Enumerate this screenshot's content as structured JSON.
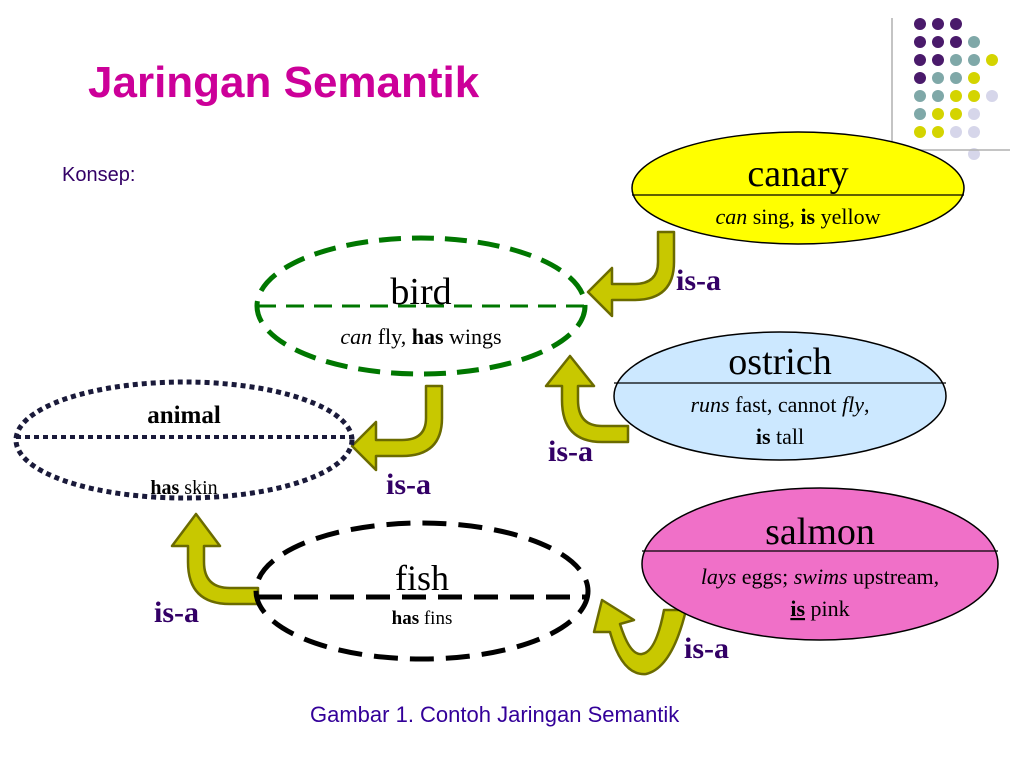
{
  "slide": {
    "title": "Jaringan Semantik",
    "subtitle": "Konsep:",
    "caption": "Gambar 1. Contoh Jaringan Semantik"
  },
  "colors": {
    "title": "#cc0099",
    "text": "#330066",
    "arrow_fill": "#c8c800",
    "arrow_stroke": "#6b6b00",
    "bird_border": "#007700",
    "canary_fill": "#ffff00",
    "ostrich_fill": "#cce8ff",
    "salmon_fill": "#f070c8"
  },
  "nodes": {
    "canary": {
      "name": "canary",
      "prop_can": "can",
      "prop_sing": " sing, ",
      "prop_is": "is",
      "prop_yellow": " yellow"
    },
    "bird": {
      "name": "bird",
      "prop_can": "can",
      "prop_fly": " fly, ",
      "prop_has": "has",
      "prop_wings": " wings"
    },
    "ostrich": {
      "name": "ostrich",
      "prop_runs": "runs",
      "prop_fast": " fast, cannot ",
      "prop_fly": "fly",
      "prop_comma": ",",
      "prop_is": "is",
      "prop_tall": " tall"
    },
    "animal": {
      "name": "animal",
      "prop_has": "has",
      "prop_skin": " skin"
    },
    "fish": {
      "name": "fish",
      "prop_has": "has",
      "prop_fins": " fins"
    },
    "salmon": {
      "name": "salmon",
      "prop_lays": "lays",
      "prop_eggs": " eggs; ",
      "prop_swims": "swims",
      "prop_upstream": " upstream,",
      "prop_is": "is",
      "prop_pink": " pink"
    }
  },
  "relations": {
    "canary_bird": "is-a",
    "ostrich_bird": "is-a",
    "bird_animal": "is-a",
    "fish_animal": "is-a",
    "salmon_fish": "is-a"
  }
}
